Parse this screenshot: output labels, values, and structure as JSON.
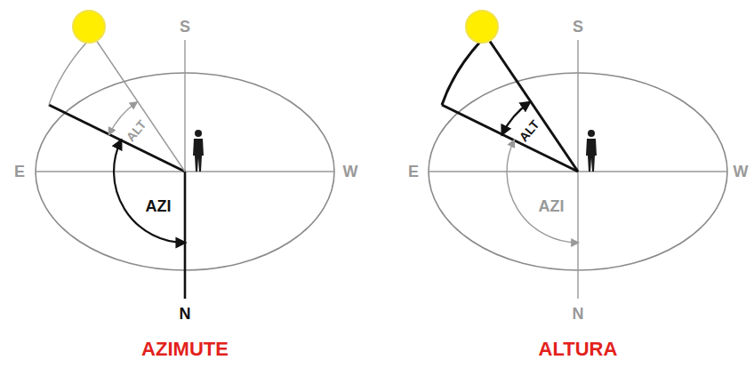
{
  "diagram": {
    "labels": [
      "S",
      "E",
      "W",
      "ALT",
      "AZI",
      "N",
      "AZIMUTE",
      "S",
      "E",
      "W",
      "ALT",
      "AZI",
      "N",
      "ALTURA"
    ]
  }
}
